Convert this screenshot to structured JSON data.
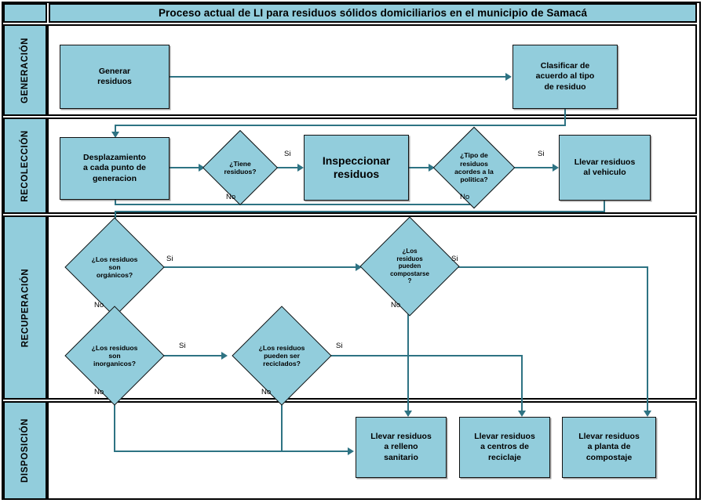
{
  "diagram": {
    "title": "Proceso actual de LI para residuos sólidos domiciliarios en el municipio de Samacá",
    "colors": {
      "shape_fill": "#92CDDC",
      "shape_border": "#111111",
      "connector": "#2E7383",
      "frame": "#000000",
      "background": "#FFFFFF"
    },
    "lanes": [
      {
        "id": "generacion",
        "label": "GENERACIÓN"
      },
      {
        "id": "recoleccion",
        "label": "RECOLECCIÓN"
      },
      {
        "id": "recuperacion",
        "label": "RECUPERACIÓN"
      },
      {
        "id": "disposicion",
        "label": "DISPOSICIÓN"
      }
    ],
    "nodes": [
      {
        "id": "generar-residuos",
        "lane": "generacion",
        "type": "process",
        "label": "Generar\nresiduos"
      },
      {
        "id": "clasificar-residuo",
        "lane": "generacion",
        "type": "process",
        "label": "Clasificar de\nacuerdo al tipo\nde residuo"
      },
      {
        "id": "desplazamiento",
        "lane": "recoleccion",
        "type": "process",
        "label": "Desplazamiento\na cada punto de\ngeneracion"
      },
      {
        "id": "tiene-residuos",
        "lane": "recoleccion",
        "type": "decision",
        "label": "¿Tiene\nresiduos?"
      },
      {
        "id": "inspeccionar-residuos",
        "lane": "recoleccion",
        "type": "process",
        "label": "Inspeccionar\nresiduos"
      },
      {
        "id": "tipo-acorde-politica",
        "lane": "recoleccion",
        "type": "decision",
        "label": "¿Tipo de\nresiduos\nacordes a la\npolitica?"
      },
      {
        "id": "llevar-al-vehiculo",
        "lane": "recoleccion",
        "type": "process",
        "label": "Llevar residuos\nal vehiculo"
      },
      {
        "id": "son-organicos",
        "lane": "recuperacion",
        "type": "decision",
        "label": "¿Los residuos\nson\norgánicos?"
      },
      {
        "id": "pueden-compostarse",
        "lane": "recuperacion",
        "type": "decision",
        "label": "¿Los\nresiduos\npueden\ncompostarse\n?"
      },
      {
        "id": "son-inorganicos",
        "lane": "recuperacion",
        "type": "decision",
        "label": "¿Los residuos\nson\ninorganicos?"
      },
      {
        "id": "pueden-reciclados",
        "lane": "recuperacion",
        "type": "decision",
        "label": "¿Los residuos\npueden ser\nreciclados?"
      },
      {
        "id": "relleno-sanitario",
        "lane": "disposicion",
        "type": "process",
        "label": "Llevar residuos\na relleno\nsanitario"
      },
      {
        "id": "centros-reciclaje",
        "lane": "disposicion",
        "type": "process",
        "label": "Llevar residuos\na centros de\nreciclaje"
      },
      {
        "id": "planta-compostaje",
        "lane": "disposicion",
        "type": "process",
        "label": "Llevar residuos\na planta de\ncompostaje"
      }
    ],
    "edges": [
      {
        "from": "generar-residuos",
        "to": "clasificar-residuo",
        "label": ""
      },
      {
        "from": "clasificar-residuo",
        "to": "desplazamiento",
        "label": ""
      },
      {
        "from": "desplazamiento",
        "to": "tiene-residuos",
        "label": ""
      },
      {
        "from": "tiene-residuos",
        "to": "inspeccionar-residuos",
        "label": "Si"
      },
      {
        "from": "tiene-residuos",
        "to": "desplazamiento",
        "label": "No"
      },
      {
        "from": "inspeccionar-residuos",
        "to": "tipo-acorde-politica",
        "label": ""
      },
      {
        "from": "tipo-acorde-politica",
        "to": "llevar-al-vehiculo",
        "label": "Si"
      },
      {
        "from": "tipo-acorde-politica",
        "to": "desplazamiento",
        "label": "No"
      },
      {
        "from": "llevar-al-vehiculo",
        "to": "son-organicos",
        "label": ""
      },
      {
        "from": "son-organicos",
        "to": "pueden-compostarse",
        "label": "Si"
      },
      {
        "from": "son-organicos",
        "to": "son-inorganicos",
        "label": "No"
      },
      {
        "from": "pueden-compostarse",
        "to": "planta-compostaje",
        "label": "Si"
      },
      {
        "from": "pueden-compostarse",
        "to": "relleno-sanitario",
        "label": "No"
      },
      {
        "from": "son-inorganicos",
        "to": "pueden-reciclados",
        "label": "Si"
      },
      {
        "from": "son-inorganicos",
        "to": "relleno-sanitario",
        "label": "No"
      },
      {
        "from": "pueden-reciclados",
        "to": "centros-reciclaje",
        "label": "Si"
      },
      {
        "from": "pueden-reciclados",
        "to": "relleno-sanitario",
        "label": "No"
      }
    ],
    "edge_labels": {
      "si": "Si",
      "no": "No"
    }
  }
}
